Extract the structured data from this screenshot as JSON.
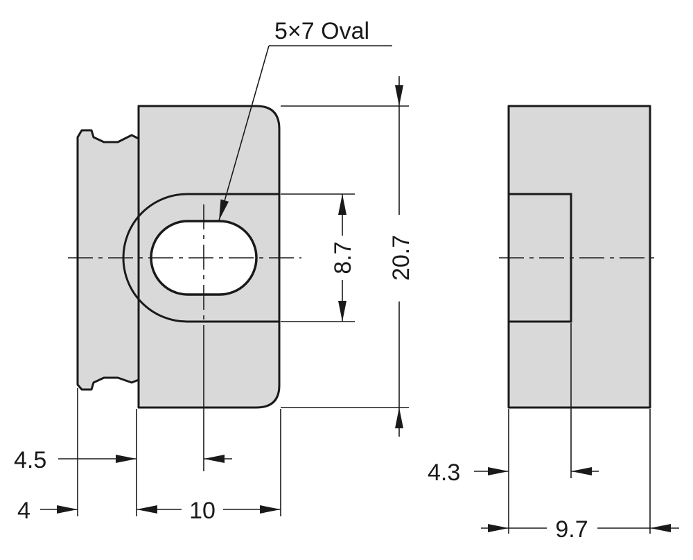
{
  "callout": {
    "label": "5×7 Oval"
  },
  "dimensions": {
    "slot_height": "8.7",
    "overall_height": "20.7",
    "hole_offset": "4.5",
    "flange_width": "4",
    "body_width": "10",
    "step_depth": "4.3",
    "side_depth": "9.7"
  },
  "colors": {
    "part_fill": "#d9d9d9",
    "line": "#1a1a1a"
  }
}
